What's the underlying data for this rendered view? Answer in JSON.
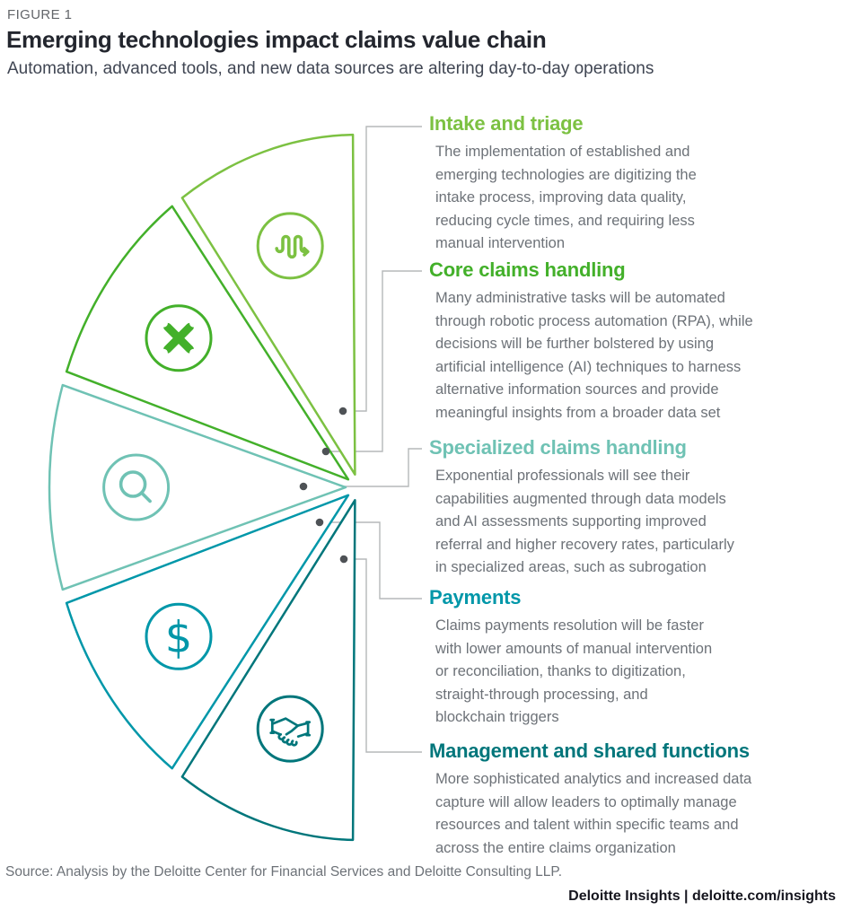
{
  "figure_label": "FIGURE 1",
  "title": "Emerging technologies impact claims value chain",
  "subtitle": "Automation, advanced tools, and new data sources are altering day-to-day operations",
  "sections": [
    {
      "label": "Intake and triage",
      "color": "#7CC142",
      "icon": "flow-arrow-icon",
      "body": "The implementation of established and\nemerging technologies are digitizing the\nintake process, improving data quality,\nreducing cycle times, and requiring less\nmanual intervention"
    },
    {
      "label": "Core claims handling",
      "color": "#43B02A",
      "icon": "crossed-wrenches-icon",
      "body": "Many administrative tasks will be automated\nthrough robotic process automation (RPA), while\ndecisions will be further bolstered by using\nartificial intelligence (AI) techniques to harness\nalternative information sources and provide\nmeaningful insights from a broader data set"
    },
    {
      "label": "Specialized claims handling",
      "color": "#6FC2B4",
      "icon": "magnifier-icon",
      "body": "Exponential professionals will see their\ncapabilities augmented through data models\nand AI assessments supporting improved\nreferral and higher recovery rates, particularly\nin specialized areas, such as subrogation"
    },
    {
      "label": "Payments",
      "color": "#0097A9",
      "icon": "dollar-icon",
      "body": "Claims payments resolution will be faster\nwith lower amounts of manual intervention\nor reconciliation, thanks to digitization,\nstraight-through processing, and\nblockchain triggers"
    },
    {
      "label": "Management and shared functions",
      "color": "#00767B",
      "icon": "handshake-icon",
      "body": "More sophisticated analytics and increased data\ncapture will allow leaders to optimally manage\nresources and talent within specific teams and\nacross the entire claims organization"
    }
  ],
  "footer": {
    "source": "Source: Analysis by the Deloitte Center for Financial Services and Deloitte Consulting LLP.",
    "brand": "Deloitte Insights | deloitte.com/insights"
  },
  "colors": {
    "connector": "#B5B8BA",
    "dot": "#4E5256",
    "title_text": "#23262E",
    "subtitle_text": "#404653",
    "figure_label_text": "#63666A",
    "body_text": "#6D7278",
    "source_text": "#6D7278",
    "brand_text": "#16161F"
  }
}
